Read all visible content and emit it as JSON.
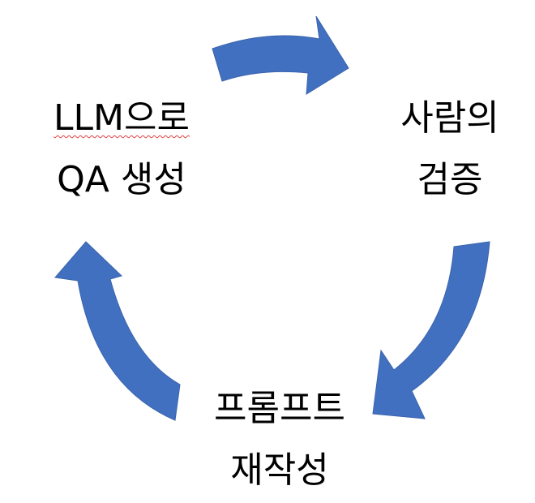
{
  "diagram": {
    "type": "cycle",
    "arrow_color": "#4270c0",
    "text_color": "#000000",
    "steps": [
      {
        "id": "generate",
        "lines": [
          "LLM으로",
          "QA 생성"
        ],
        "spellcheck_flag": "LLM으로"
      },
      {
        "id": "verify",
        "lines": [
          "사람의",
          "검증"
        ]
      },
      {
        "id": "rewrite",
        "lines": [
          "프롬프트",
          "재작성"
        ]
      }
    ],
    "flow": [
      {
        "from": "generate",
        "to": "verify"
      },
      {
        "from": "verify",
        "to": "rewrite"
      },
      {
        "from": "rewrite",
        "to": "generate"
      }
    ]
  }
}
